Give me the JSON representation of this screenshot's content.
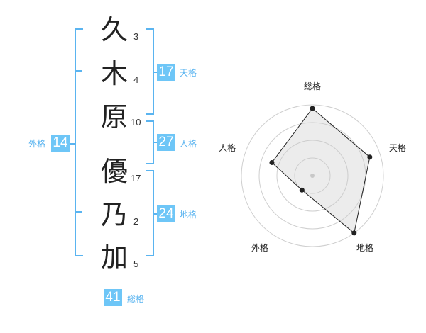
{
  "name": {
    "chars": [
      {
        "char": "久",
        "strokes": "3"
      },
      {
        "char": "木",
        "strokes": "4"
      },
      {
        "char": "原",
        "strokes": "10"
      },
      {
        "char": "優",
        "strokes": "17"
      },
      {
        "char": "乃",
        "strokes": "2"
      },
      {
        "char": "加",
        "strokes": "5"
      }
    ]
  },
  "fortune": {
    "tenkaku": {
      "label": "天格",
      "value": "17"
    },
    "jinkaku": {
      "label": "人格",
      "value": "27"
    },
    "chikaku": {
      "label": "地格",
      "value": "24"
    },
    "gaikaku": {
      "label": "外格",
      "value": "14"
    },
    "soukaku": {
      "label": "総格",
      "value": "41"
    }
  },
  "colors": {
    "accent": "#6ec6f7",
    "bracket": "#5ab4f0"
  },
  "chart_data": {
    "type": "radar",
    "axes": [
      "総格",
      "天格",
      "地格",
      "外格",
      "人格"
    ],
    "values": [
      0.95,
      0.85,
      1.0,
      0.25,
      0.6
    ],
    "range": [
      0,
      1
    ],
    "rings": 4
  }
}
